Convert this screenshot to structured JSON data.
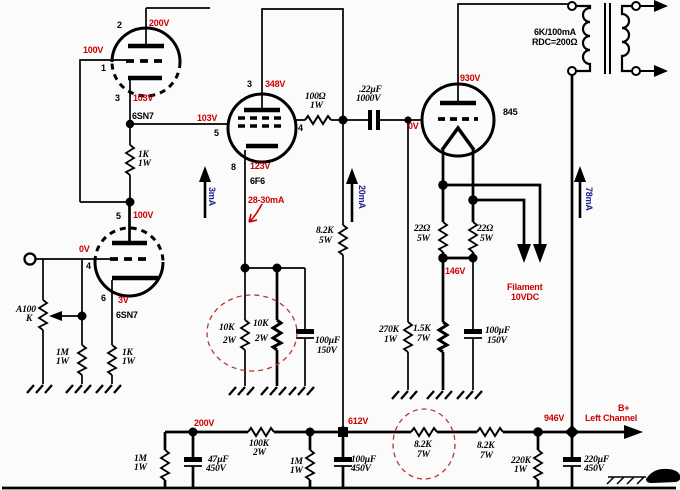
{
  "schematic": {
    "tubes": {
      "v1": "6SN7",
      "v2": "6SN7",
      "v3": "6F6",
      "v4": "845"
    },
    "pins": {
      "p2": "2",
      "p1": "1",
      "p3": "3",
      "p5b": "5",
      "p4b": "4",
      "p6b": "6",
      "p3f": "3",
      "p5f": "5",
      "p4f": "4",
      "p8f": "8"
    },
    "voltages": {
      "plate1": "200V",
      "grid1": "100V",
      "cath1": "103V",
      "grid6f6": "103V",
      "plate2": "100V",
      "grid2": "0V",
      "cath2": "3V",
      "plate6f6": "348V",
      "cath6f6": "123V",
      "plate845": "930V",
      "grid845": "0V",
      "cath845": "146V",
      "b200": "200V",
      "b612": "612V",
      "b946": "946V"
    },
    "currents": {
      "stage1": "3mA",
      "stage2": "20mA",
      "output": "78mA",
      "bias6f6": "28-30mA"
    },
    "filament": {
      "line1": "Filament",
      "line2": "10VDC"
    },
    "transformer": {
      "line1": "6K/100mA",
      "line2": "RDC=200Ω"
    },
    "output": {
      "line1": "B+",
      "line2": "Left Channel"
    },
    "parts": {
      "pot": {
        "v": "A100",
        "w": "K"
      },
      "r1k_a": {
        "v": "1K",
        "w": "1W"
      },
      "r1m_a": {
        "v": "1M",
        "w": "1W"
      },
      "r1k_b": {
        "v": "1K",
        "w": "1W"
      },
      "r100": {
        "v": "100Ω",
        "w": "1W"
      },
      "c22": {
        "v": ".22µF",
        "w": "1000V"
      },
      "r22_a": {
        "v": "22Ω",
        "w": "5W"
      },
      "r22_b": {
        "v": "22Ω",
        "w": "5W"
      },
      "r8k2_mid": {
        "v": "8.2K",
        "w": "5W"
      },
      "r10k_a": {
        "v": "10K",
        "w": "2W"
      },
      "r10k_b": {
        "v": "10K",
        "w": "2W"
      },
      "c100_mid": {
        "v": "100µF",
        "w": "150V"
      },
      "r270k": {
        "v": "270K",
        "w": "1W"
      },
      "r1k5": {
        "v": "1.5K",
        "w": "7W"
      },
      "c100_fil": {
        "v": "100µF",
        "w": "150V"
      },
      "r1m_c": {
        "v": "1M",
        "w": "1W"
      },
      "c47": {
        "v": "47µF",
        "w": "450V"
      },
      "r100k": {
        "v": "100K",
        "w": "2W"
      },
      "r1m_d": {
        "v": "1M",
        "w": "1W"
      },
      "c100_b": {
        "v": "100µF",
        "w": "450V"
      },
      "r8k2_a": {
        "v": "8.2K",
        "w": "7W"
      },
      "r8k2_b": {
        "v": "8.2K",
        "w": "7W"
      },
      "r220k": {
        "v": "220K",
        "w": "1W"
      },
      "c220": {
        "v": "220µF",
        "w": "450V"
      }
    },
    "colors": {
      "voltage": "#cc0000",
      "current": "#1d1d8f",
      "wire": "#000000",
      "highlight": "#bb3333"
    }
  }
}
